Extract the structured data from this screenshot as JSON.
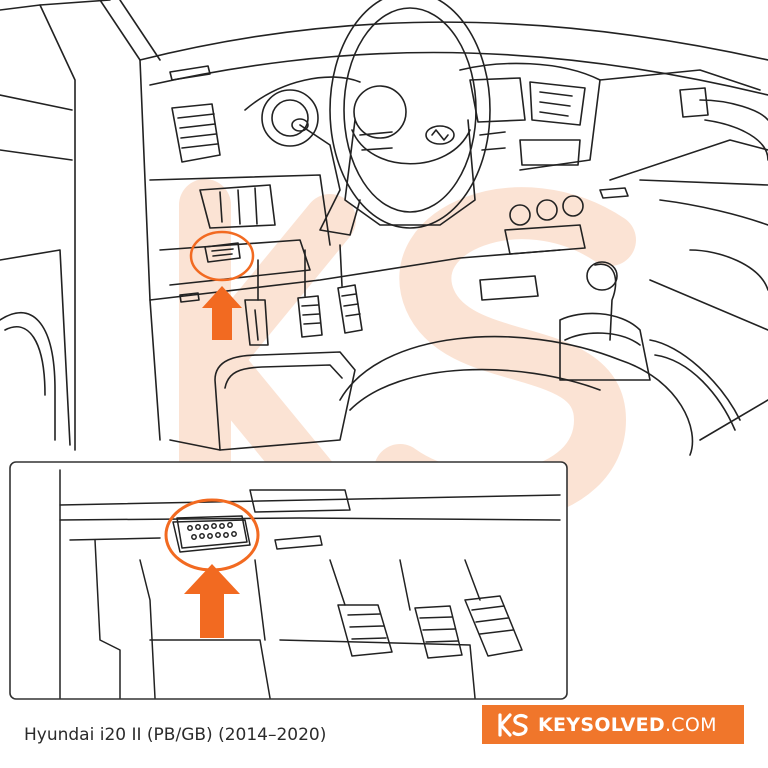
{
  "caption": "Hyundai i20 II (PB/GB) (2014–2020)",
  "brand": {
    "name": "KEYSOLVED",
    "domain": ".COM"
  },
  "colors": {
    "accent": "#f26a21",
    "brand_badge": "#f0762b",
    "line": "#222222",
    "watermark": "#fbe3d4"
  }
}
